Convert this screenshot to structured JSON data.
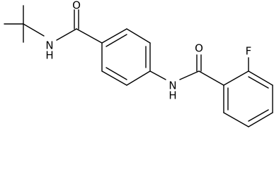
{
  "molecule": {
    "atom_labels": {
      "amide1_nh": "N",
      "amide1_nh_h": "H",
      "amide1_o": "O",
      "amide2_nh": "N",
      "amide2_nh_h": "H",
      "amide2_o": "O",
      "fluorine": "F"
    }
  }
}
